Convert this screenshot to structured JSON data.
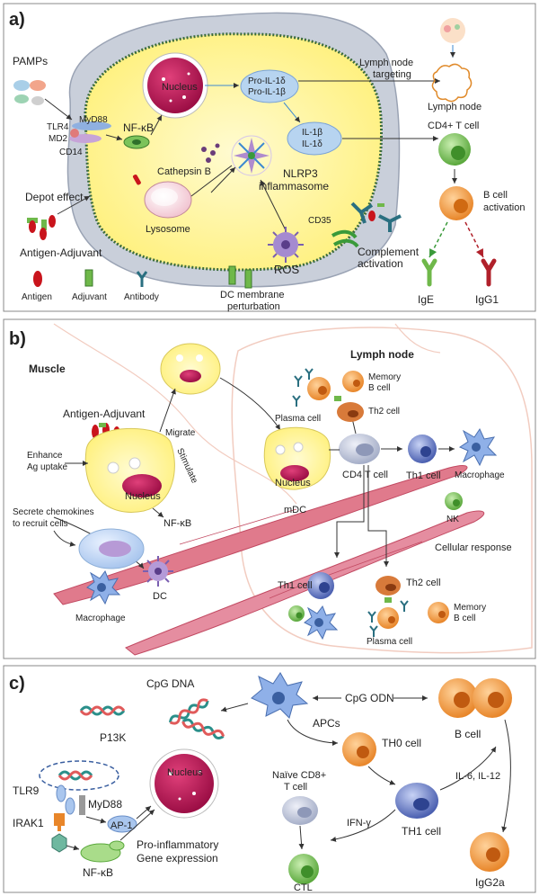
{
  "panel_a": {
    "letter": "a)",
    "pamps": "PAMPs",
    "myd88": "MyD88",
    "tlr4": "TLR4",
    "md2": "MD2",
    "cd14": "CD14",
    "nfkb": "NF-κB",
    "nucleus": "Nucleus",
    "pro_il1d": "Pro-IL-1δ",
    "pro_il1b": "Pro-IL-1β",
    "il1b": "IL-1β",
    "il1d": "IL-1δ",
    "lymph_targeting_1": "Lymph node",
    "lymph_targeting_2": "targeting",
    "lymph_node": "Lymph node",
    "cd4_t_cell": "CD4+ T cell",
    "cathepsin_b": "Cathepsin B",
    "nlrp3_1": "NLRP3",
    "nlrp3_2": "inflammasome",
    "depot_effect": "Depot effect",
    "lysosome": "Lysosome",
    "antigen_adjuvant": "Antigen-Adjuvant",
    "ros": "ROS",
    "cd35": "CD35",
    "complement_1": "Complement",
    "complement_2": "activation",
    "b_cell_1": "B cell",
    "b_cell_2": "activation",
    "legend_antigen": "Antigen",
    "legend_adjuvant": "Adjuvant",
    "legend_antibody": "Antibody",
    "dc_membrane_1": "DC membrane",
    "dc_membrane_2": "perturbation",
    "ige": "IgE",
    "igg1": "IgG1"
  },
  "panel_b": {
    "letter": "b)",
    "muscle": "Muscle",
    "lymph_node": "Lymph node",
    "antigen_adjuvant": "Antigen-Adjuvant",
    "enhance_1": "Enhance",
    "enhance_2": "Ag uptake",
    "migrate": "Migrate",
    "stimulate": "Stimulate",
    "nucleus_left": "Nucleus",
    "nfkb": "NF-κB",
    "secrete_1": "Secrete chemokines",
    "secrete_2": "to recruit cells",
    "dc": "DC",
    "macrophage_left": "Macrophage",
    "memory_b_1": "Memory",
    "memory_b_2": "B cell",
    "plasma_cell_top": "Plasma cell",
    "th2_top": "Th2 cell",
    "nucleus_mdc": "Nucleus",
    "cd4_t_cell": "CD4 T cell",
    "th1_right": "Th1 cell",
    "macrophage_right": "Macrophage",
    "mdc": "mDC",
    "nk": "NK",
    "cellular_response": "Cellular response",
    "th1_bottom": "Th1 cell",
    "th2_bottom": "Th2 cell",
    "memory_b_bottom_1": "Memory",
    "memory_b_bottom_2": "B cell",
    "plasma_cell_bottom": "Plasma cell"
  },
  "panel_c": {
    "letter": "c)",
    "cpg_dna": "CpG DNA",
    "p13k": "P13K",
    "cpg_odn": "CpG ODN",
    "b_cell": "B cell",
    "apcs": "APCs",
    "th0": "TH0 cell",
    "naive_1": "Naïve CD8+",
    "naive_2": "T cell",
    "il6_il12": "IL-6, IL-12",
    "tlr9": "TLR9",
    "myd88": "MyD88",
    "irak1": "IRAK1",
    "ap1": "AP-1",
    "nucleus": "Nucleus",
    "nfkb": "NF-κB",
    "pro_inflam_1": "Pro-inflammatory",
    "pro_inflam_2": "Gene expression",
    "ifn_g": "IFN-γ",
    "th1": "TH1 cell",
    "ctl": "CTL",
    "igg2a": "IgG2a"
  },
  "colors": {
    "cell_yellow": "#fff48a",
    "nucleus_magenta": "#c8185a",
    "orange_cell": "#f5a040",
    "green_cell": "#7cc35a",
    "blue_cell": "#6a7fc8",
    "antibody_teal": "#2a6f80",
    "muscle_red": "#d96b7e"
  }
}
